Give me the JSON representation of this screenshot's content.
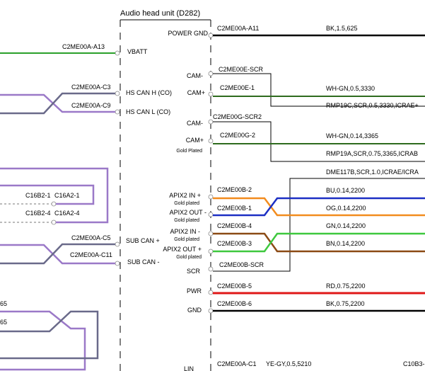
{
  "module": {
    "title": "Audio head unit (D282)"
  },
  "pins_right": [
    {
      "label": "POWER GND",
      "sub": ""
    },
    {
      "label": "CAM-",
      "sub": ""
    },
    {
      "label": "CAM+",
      "sub": ""
    },
    {
      "label": "CAM-",
      "sub": ""
    },
    {
      "label": "CAM+",
      "sub": "Gold Plated"
    },
    {
      "label": "APIX2 IN +",
      "sub": "Gold plated"
    },
    {
      "label": "APIX2 OUT -",
      "sub": "Gold plated"
    },
    {
      "label": "APIX2 IN -",
      "sub": "Gold plated"
    },
    {
      "label": "APIX2 OUT +",
      "sub": "Gold plated"
    },
    {
      "label": "SCR",
      "sub": ""
    },
    {
      "label": "PWR",
      "sub": ""
    },
    {
      "label": "GND",
      "sub": ""
    },
    {
      "label": "LIN",
      "sub": ""
    }
  ],
  "pins_left": [
    {
      "label": "VBATT"
    },
    {
      "label": "HS CAN H (CO)"
    },
    {
      "label": "HS CAN L (CO)"
    },
    {
      "label": "SUB CAN +"
    },
    {
      "label": "SUB CAN -"
    }
  ],
  "connectors_right": [
    "C2ME00A-A11",
    "C2ME00E-SCR",
    "C2ME00E-1",
    "C2ME00G-SCR2",
    "C2ME00G-2",
    "C2ME00B-2",
    "C2ME00B-1",
    "C2ME00B-4",
    "C2ME00B-3",
    "C2ME00B-SCR",
    "C2ME00B-5",
    "C2ME00B-6",
    "C2ME00A-C1"
  ],
  "wire_specs": [
    "BK,1.5,625",
    "WH-GN,0.5,3330",
    "RMP19C,SCR,0.5,3330,ICRAE+",
    "WH-GN,0.14,3365",
    "RMP19A,SCR,0.75,3365,ICRAB",
    "DME117B,SCR,1.0,ICRAE/ICRA",
    "BU,0.14,2200",
    "OG,0.14,2200",
    "GN,0.14,2200",
    "BN,0.14,2200",
    "RD,0.75,2200",
    "BK,0.75,2200",
    "YE-GY,0.5,5210",
    "C10B3-"
  ],
  "connectors_left": [
    "C2ME00A-A13",
    "C2ME00A-C3",
    "C2ME00A-C9",
    "C16B2-1",
    "C16A2-1",
    "C16B2-4",
    "C16A2-4",
    "C2ME00A-C5",
    "C2ME00A-C11",
    "65",
    "65"
  ],
  "colors": {
    "black": "#000000",
    "green": "#2aa02a",
    "purple": "#9b79c8",
    "slate": "#6a6a8a",
    "darkgreen": "#2e6b1e",
    "blue": "#1c2fc4",
    "orange": "#f28c1e",
    "brown": "#8b4a14",
    "lightgreen": "#3ec83e",
    "red": "#e01818"
  }
}
